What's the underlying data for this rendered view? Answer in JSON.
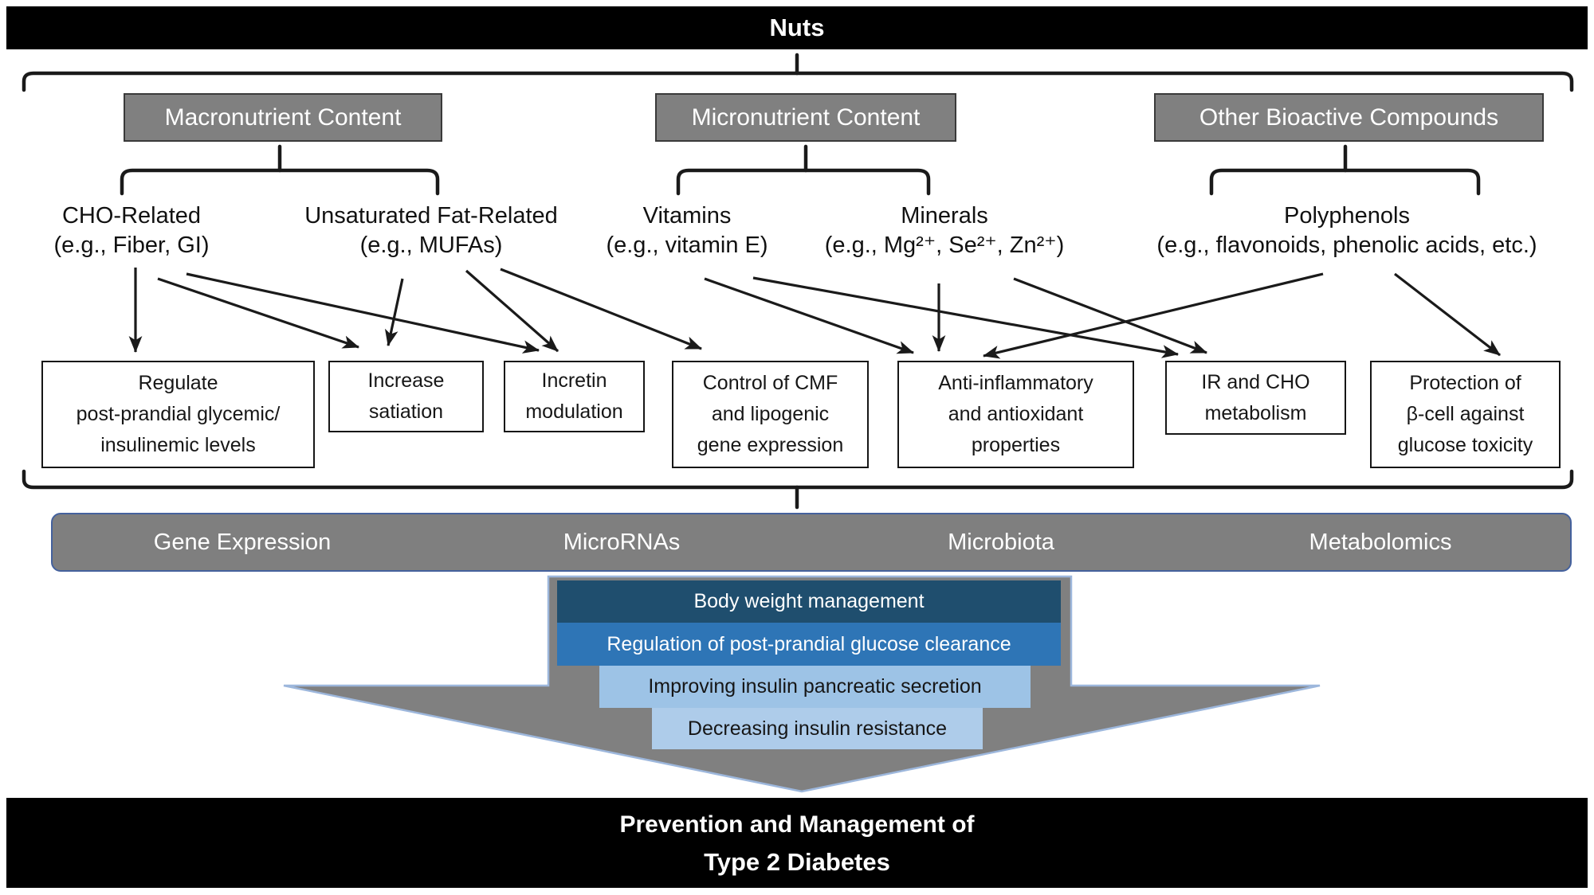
{
  "top_banner": {
    "title": "Nuts"
  },
  "categories": [
    {
      "label": "Macronutrient Content"
    },
    {
      "label": "Micronutrient Content"
    },
    {
      "label": "Other Bioactive Compounds"
    }
  ],
  "subcategories": [
    {
      "name": "CHO-Related",
      "example": "(e.g., Fiber, GI)"
    },
    {
      "name": "Unsaturated Fat-Related",
      "example": "(e.g., MUFAs)"
    },
    {
      "name": "Vitamins",
      "example": "(e.g., vitamin E)"
    },
    {
      "name": "Minerals",
      "example": "(e.g., Mg²⁺, Se²⁺, Zn²⁺)"
    },
    {
      "name": "Polyphenols",
      "example": "(e.g., flavonoids, phenolic acids, etc.)"
    }
  ],
  "mechanisms": [
    {
      "text": "Regulate\npost-prandial glycemic/\ninsulinemic levels"
    },
    {
      "text": "Increase\nsatiation"
    },
    {
      "text": "Incretin\nmodulation"
    },
    {
      "text": "Control of CMF\nand lipogenic\ngene expression"
    },
    {
      "text": "Anti-inflammatory\nand antioxidant\nproperties"
    },
    {
      "text": "IR and CHO\nmetabolism"
    },
    {
      "text": "Protection of\nβ-cell against\nglucose toxicity"
    }
  ],
  "omics_bar": {
    "items": [
      {
        "label": "Gene Expression"
      },
      {
        "label": "MicroRNAs"
      },
      {
        "label": "Microbiota"
      },
      {
        "label": "Metabolomics"
      }
    ]
  },
  "funnel": {
    "items": [
      {
        "label": "Body weight management",
        "color": "#1F4E6E"
      },
      {
        "label": "Regulation of post-prandial glucose clearance",
        "color": "#2E75B6"
      },
      {
        "label": "Improving insulin pancreatic secretion",
        "color": "#9DC3E6"
      },
      {
        "label": "Decreasing insulin resistance",
        "color": "#AECCEA"
      }
    ]
  },
  "outcome_banner": {
    "line1": "Prevention and Management of",
    "line2": "Type 2 Diabetes"
  },
  "colors": {
    "banner_bg": "#000000",
    "banner_text": "#FFFFFF",
    "category_box_bg": "#808080",
    "category_box_border": "#3A3A3A",
    "omics_bar_bg": "#7F7F7F",
    "omics_bar_border": "#44619D",
    "funnel_arrow_fill": "#808080",
    "funnel_arrow_border": "#9DB7DC",
    "connector_color": "#1A1A1A"
  }
}
